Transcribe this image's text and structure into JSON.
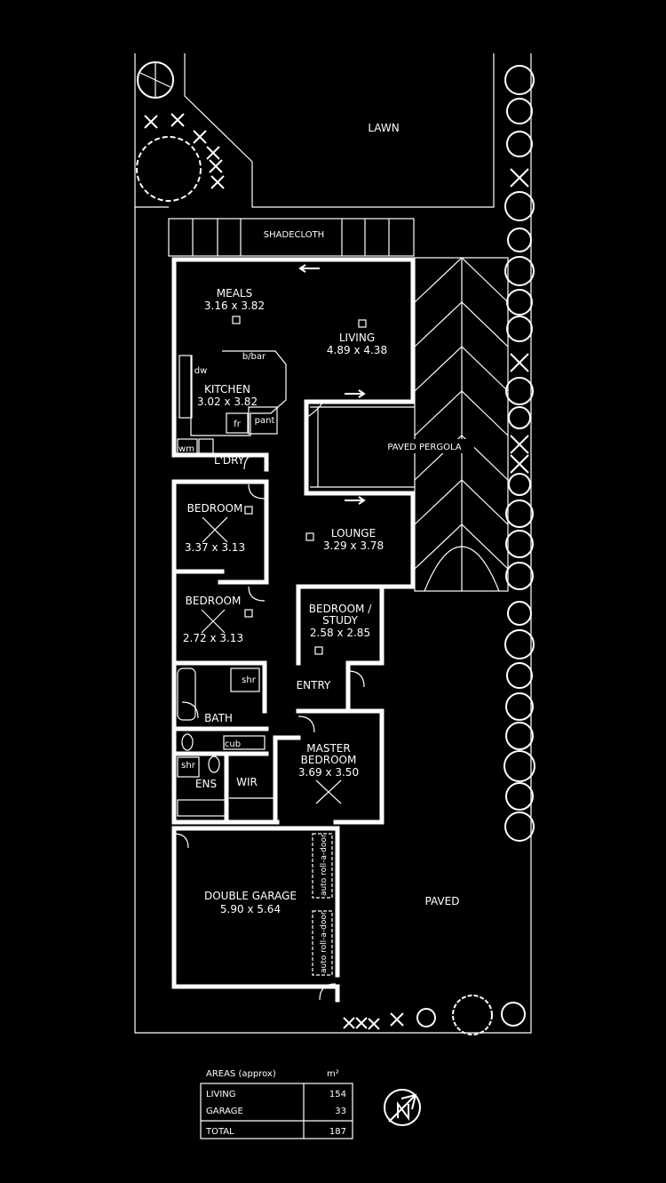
{
  "labels": {
    "lawn": "LAWN",
    "shadecloth": "SHADECLOTH",
    "paved_pergola": "PAVED PERGOLA",
    "paved": "PAVED",
    "bath": "BATH",
    "cub": "cub",
    "shr": "shr",
    "ens": "ENS",
    "wir": "WIR",
    "entry": "ENTRY",
    "ldry": "L'DRY",
    "wm": "wm",
    "dw": "dw",
    "bbar": "b/bar",
    "pant": "pant",
    "fr": "fr",
    "roll_door": "auto roll-a-door"
  },
  "rooms": {
    "meals": {
      "name": "MEALS",
      "size": "3.16 x 3.82"
    },
    "living": {
      "name": "LIVING",
      "size": "4.89 x 4.38"
    },
    "kitchen": {
      "name": "KITCHEN",
      "size": "3.02 x 3.82"
    },
    "bedroom1": {
      "name": "BEDROOM",
      "size": "3.37 x 3.13"
    },
    "bedroom2": {
      "name": "BEDROOM",
      "size": "2.72 x 3.13"
    },
    "lounge": {
      "name": "LOUNGE",
      "size": "3.29 x 3.78"
    },
    "study": {
      "name1": "BEDROOM /",
      "name2": "STUDY",
      "size": "2.58 x 2.85"
    },
    "master": {
      "name1": "MASTER",
      "name2": "BEDROOM",
      "size": "3.69 x 3.50"
    },
    "garage": {
      "name": "DOUBLE GARAGE",
      "size": "5.90 x 5.64"
    }
  },
  "areas": {
    "title": "AREAS (approx)",
    "unit": "m²",
    "rows": [
      {
        "label": "LIVING",
        "value": "154"
      },
      {
        "label": "GARAGE",
        "value": "33"
      },
      {
        "label": "TOTAL",
        "value": "187"
      }
    ]
  }
}
